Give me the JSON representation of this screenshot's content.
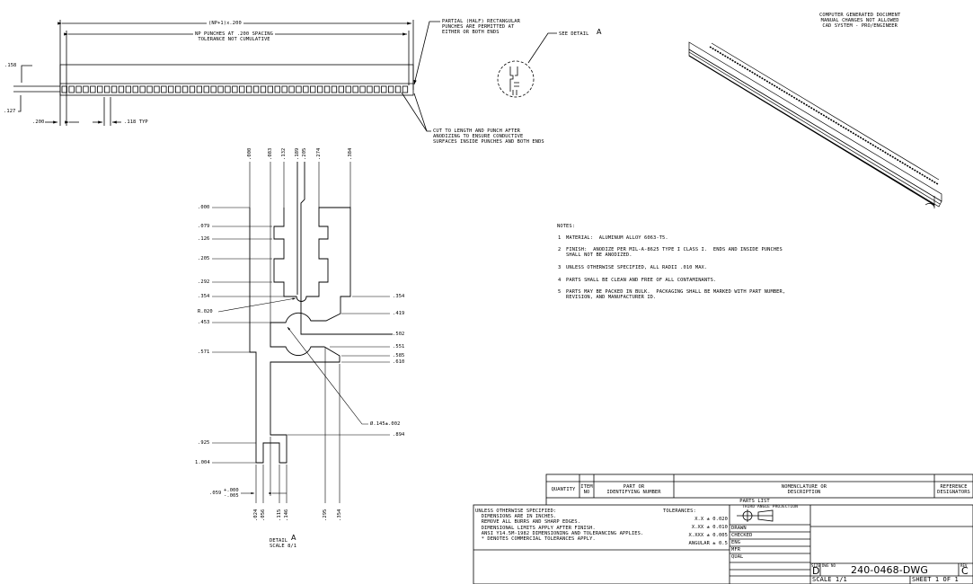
{
  "top_view": {
    "overall_dim": "(NP+1)x.200",
    "punches_dim": "NP PUNCHES AT .200 SPACING\nTOLERANCE NOT CUMULATIVE",
    "dim_158": ".158",
    "dim_127": ".127",
    "dim_200": ".200",
    "dim_118": ".118 TYP",
    "note_partial": "PARTIAL (HALF) RECTANGULAR\nPUNCHES ARE PERMITTED AT\nEITHER OR BOTH ENDS",
    "note_cut": "CUT TO LENGTH AND PUNCH AFTER\nANODIZING TO ENSURE CONDUCTIVE\nSURFACES INSIDE PUNCHES AND BOTH ENDS",
    "see_detail": "SEE DETAIL",
    "detail_letter": "A"
  },
  "detail_a": {
    "top_dims": [
      ".000",
      ".083",
      ".132",
      ".189",
      ".205",
      ".274",
      ".384"
    ],
    "left_dims": [
      ".000",
      ".079",
      ".126",
      ".205",
      ".292",
      ".354",
      "R.020",
      ".453",
      ".571",
      ".925",
      "1.004"
    ],
    "right_dims": [
      ".354",
      ".419",
      ".502",
      ".551",
      ".585",
      ".610",
      ".894"
    ],
    "bottom_dims": [
      ".024",
      ".056",
      ".115",
      ".146",
      ".295",
      ".354"
    ],
    "diameter": "Ø.145±.002",
    "tol_value": ".059",
    "tol_plus": "+.000",
    "tol_minus": "-.005",
    "title": "DETAIL",
    "letter": "A",
    "scale": "SCALE 8/1"
  },
  "cad_notice": "COMPUTER GENERATED DOCUMENT\nMANUAL CHANGES NOT ALLOWED\nCAD SYSTEM - PRO/ENGINEER",
  "notes": {
    "title": "NOTES:",
    "items": [
      {
        "num": "1",
        "text": "MATERIAL:  ALUMINUM ALLOY 6063-T5."
      },
      {
        "num": "2",
        "text": "FINISH:  ANODIZE PER MIL-A-8625 TYPE I CLASS I.  ENDS AND INSIDE PUNCHES\nSHALL NOT BE ANODIZED."
      },
      {
        "num": "3",
        "text": "UNLESS OTHERWISE SPECIFIED, ALL RADII .010 MAX."
      },
      {
        "num": "4",
        "text": "PARTS SHALL BE CLEAN AND FREE OF ALL CONTAMINANTS."
      },
      {
        "num": "5",
        "text": "PARTS MAY BE PACKED IN BULK.  PACKAGING SHALL BE MARKED WITH PART NUMBER,\nREVISION, AND MANUFACTURER ID."
      }
    ]
  },
  "parts_list": {
    "headers": [
      "QUANTITY",
      "ITEM\nNO",
      "PART OR\nIDENTIFYING NUMBER",
      "NOMENCLATURE OR\nDESCRIPTION",
      "REFERENCE\nDESIGNATORS"
    ],
    "title": "PARTS LIST"
  },
  "title_block": {
    "general": "UNLESS OTHERWISE SPECIFIED:\n  DIMENSIONS ARE IN INCHES.\n  REMOVE ALL BURRS AND SHARP EDGES.\n  DIMENSIONAL LIMITS APPLY AFTER FINISH.\n  ANSI Y14.5M-1982 DIMENSIONING AND TOLERANCING APPLIES.\n  * DENOTES COMMERCIAL TOLERANCES APPLY.",
    "tolerances_label": "TOLERANCES:",
    "tolerances": [
      "X.X ± 0.020",
      "X.XX ± 0.010",
      "X.XXX ± 0.005",
      "ANGULAR ± 0.5"
    ],
    "projection": "THIRD ANGLE PROJECTION",
    "signoffs": [
      "DRAWN",
      "CHECKED",
      "ENG",
      "MFR",
      "QUAL"
    ],
    "size_label": "SIZE",
    "size": "D",
    "dwg_label": "DWG NO",
    "dwg_no": "240-0468-DWG",
    "rev_label": "REV",
    "rev": "C",
    "scale": "SCALE 1/1",
    "sheet": "SHEET 1 OF 1"
  }
}
